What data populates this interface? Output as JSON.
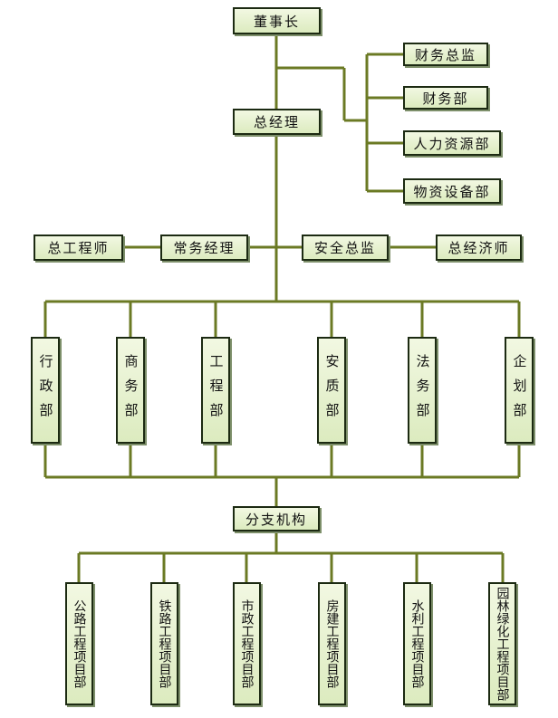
{
  "chairman": "董事长",
  "general_manager": "总经理",
  "finance_group": [
    "财务总监",
    "财务部",
    "人力资源部",
    "物资设备部"
  ],
  "management_row": {
    "chief_engineer": "总工程师",
    "executive_manager": "常务经理",
    "safety_director": "安全总监",
    "chief_economist": "总经济师"
  },
  "departments": [
    "行政部",
    "商务部",
    "工程部",
    "安质部",
    "法务部",
    "企划部"
  ],
  "branch": "分支机构",
  "project_departments": [
    "公路工程项目部",
    "铁路工程项目部",
    "市政工程项目部",
    "房建工程项目部",
    "水利工程项目部",
    "园林绿化工程项目部"
  ],
  "colors": {
    "line": "#6b7a24",
    "box_border": "#1c2a12",
    "box_fill_top": "#f2f8e2",
    "box_fill_bottom": "#dcebbf"
  }
}
